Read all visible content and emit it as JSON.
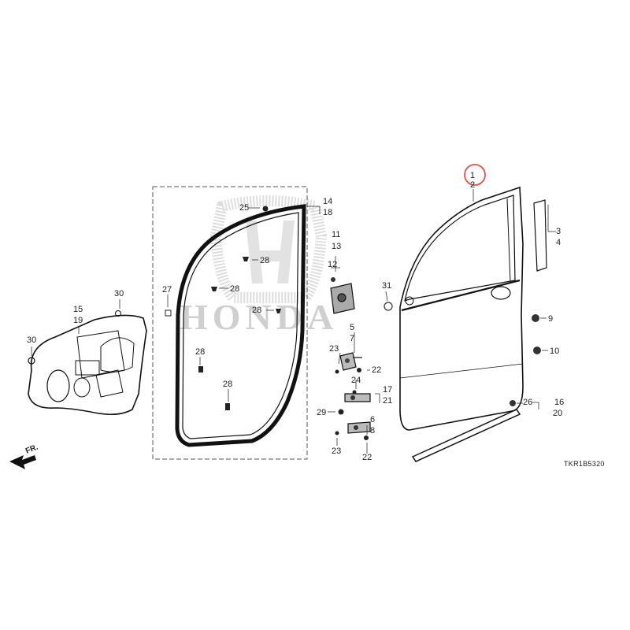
{
  "diagram_code": "TKR1B5320",
  "direction_label": "FR.",
  "watermark": {
    "brand": "HONDA"
  },
  "highlight_color": "#d9534f",
  "callouts": [
    {
      "id": "c1",
      "text": "1"
    },
    {
      "id": "c2",
      "text": "2"
    },
    {
      "id": "c3",
      "text": "3"
    },
    {
      "id": "c4",
      "text": "4"
    },
    {
      "id": "c5",
      "text": "5"
    },
    {
      "id": "c6",
      "text": "6"
    },
    {
      "id": "c7",
      "text": "7"
    },
    {
      "id": "c8",
      "text": "8"
    },
    {
      "id": "c9",
      "text": "9"
    },
    {
      "id": "c10",
      "text": "10"
    },
    {
      "id": "c11",
      "text": "11"
    },
    {
      "id": "c12",
      "text": "12"
    },
    {
      "id": "c13",
      "text": "13"
    },
    {
      "id": "c14",
      "text": "14"
    },
    {
      "id": "c15",
      "text": "15"
    },
    {
      "id": "c16",
      "text": "16"
    },
    {
      "id": "c17",
      "text": "17"
    },
    {
      "id": "c18",
      "text": "18"
    },
    {
      "id": "c19",
      "text": "19"
    },
    {
      "id": "c20",
      "text": "20"
    },
    {
      "id": "c21",
      "text": "21"
    },
    {
      "id": "c22a",
      "text": "22"
    },
    {
      "id": "c22b",
      "text": "22"
    },
    {
      "id": "c23a",
      "text": "23"
    },
    {
      "id": "c23b",
      "text": "23"
    },
    {
      "id": "c24",
      "text": "24"
    },
    {
      "id": "c25",
      "text": "25"
    },
    {
      "id": "c26",
      "text": "26"
    },
    {
      "id": "c27",
      "text": "27"
    },
    {
      "id": "c28a",
      "text": "28"
    },
    {
      "id": "c28b",
      "text": "28"
    },
    {
      "id": "c28c",
      "text": "28"
    },
    {
      "id": "c28d",
      "text": "28"
    },
    {
      "id": "c28e",
      "text": "28"
    },
    {
      "id": "c29",
      "text": "29"
    },
    {
      "id": "c30a",
      "text": "30"
    },
    {
      "id": "c30b",
      "text": "30"
    },
    {
      "id": "c31",
      "text": "31"
    }
  ]
}
